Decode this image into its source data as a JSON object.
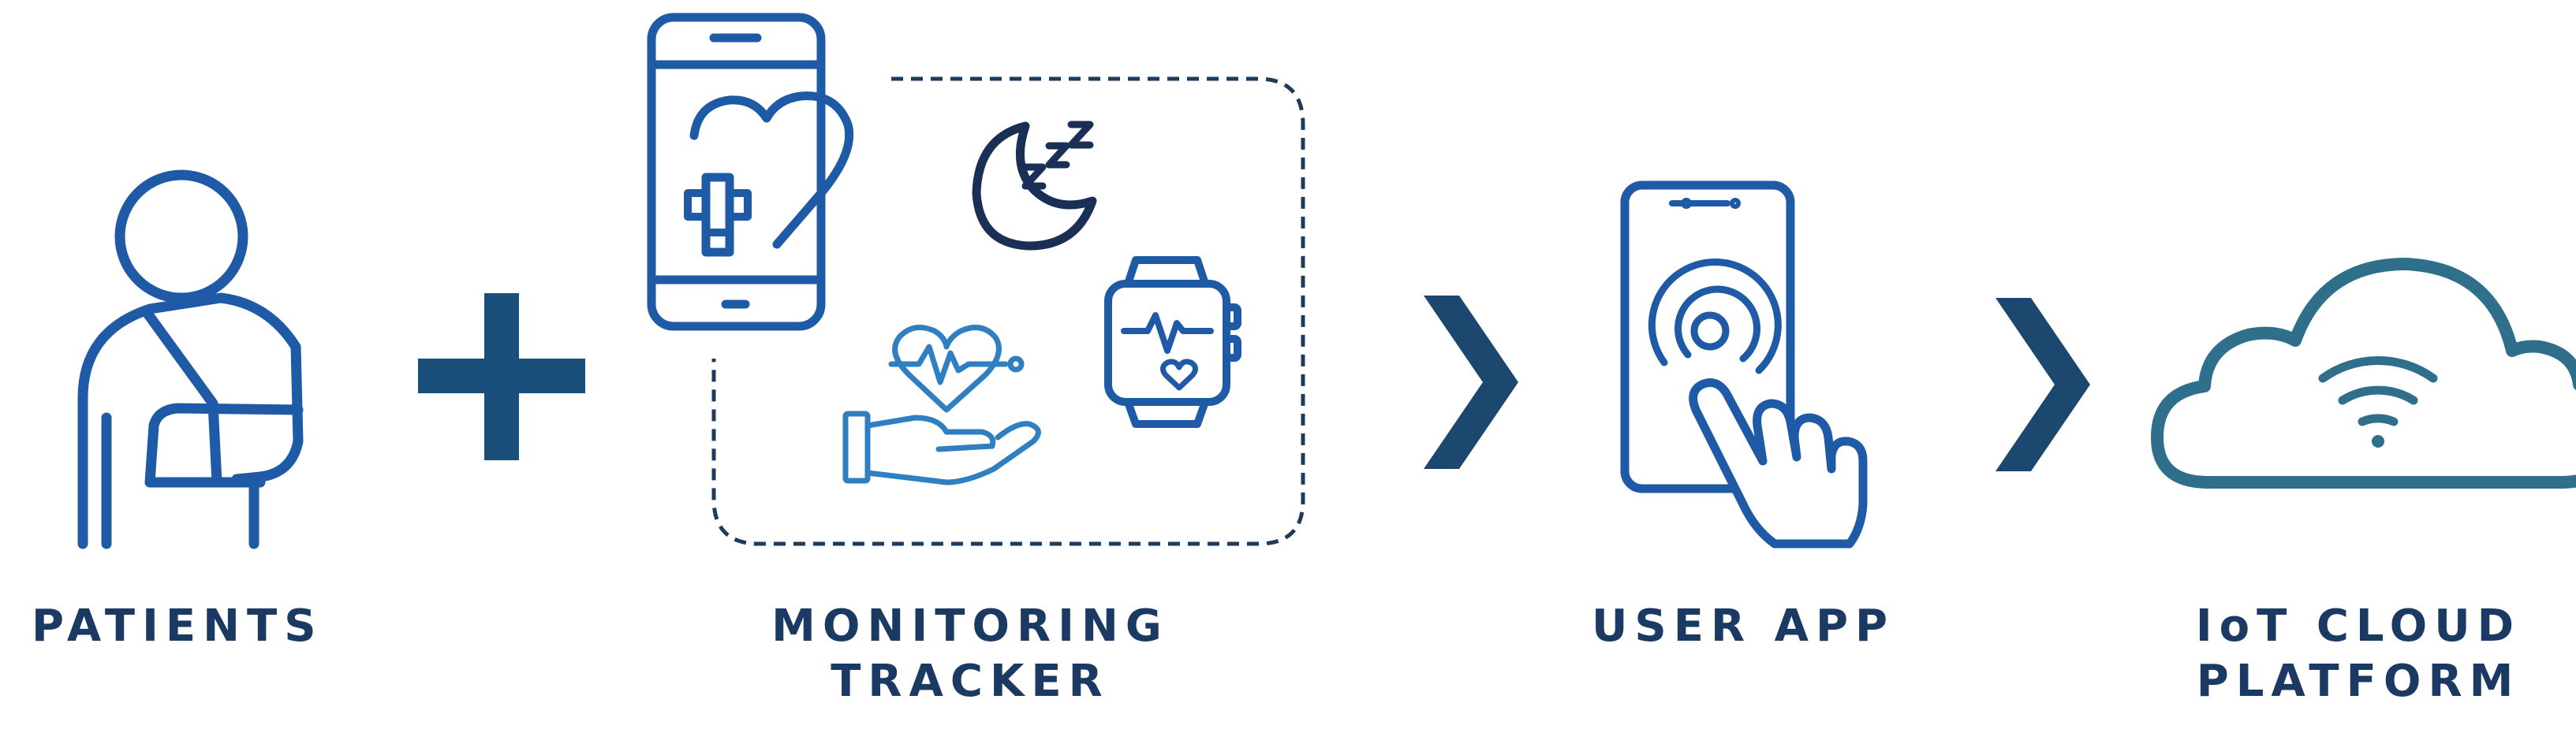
{
  "steps": [
    {
      "id": "patients",
      "icon": "patient-arm-sling-icon",
      "lines": [
        "PATIENTS"
      ]
    },
    {
      "id": "monitoring",
      "icon": "monitoring-devices-icon",
      "lines": [
        "MONITORING",
        "TRACKER"
      ]
    },
    {
      "id": "user-app",
      "icon": "touch-smartphone-icon",
      "lines": [
        "USER APP"
      ]
    },
    {
      "id": "iot",
      "icon": "wifi-cloud-icon",
      "lines": [
        "IoT CLOUD",
        "PLATFORM"
      ]
    }
  ],
  "connectors": [
    {
      "icon": "plus-icon",
      "between": [
        "patients",
        "monitoring"
      ]
    },
    {
      "icon": "chevron-right-icon",
      "between": [
        "monitoring",
        "user-app"
      ]
    },
    {
      "icon": "chevron-right-icon",
      "between": [
        "user-app",
        "iot"
      ]
    }
  ],
  "colors": {
    "label": "#1b3a63",
    "icon_blue": "#1f5aa6",
    "icon_light_blue": "#2f7fc1",
    "plus": "#1a4f7c",
    "chevron": "#1c476e",
    "cloud": "#2f6f8c",
    "moon": "#1a2f55",
    "dashed_box": "#1d3b5c"
  }
}
